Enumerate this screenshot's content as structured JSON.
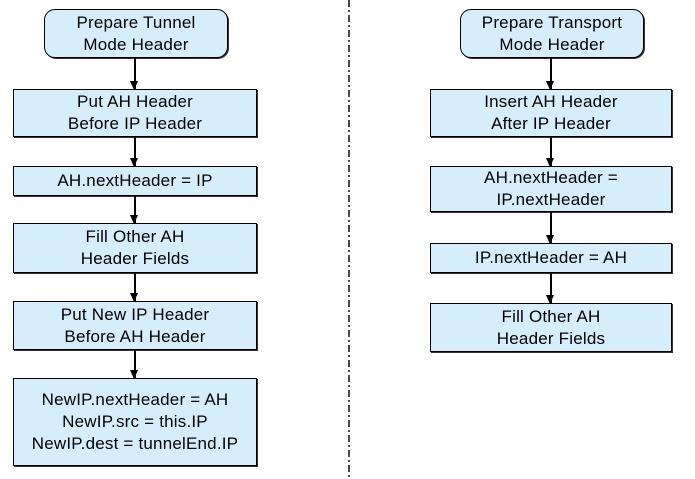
{
  "colors": {
    "box_fill": "#d6eefb",
    "box_border": "#000000",
    "arrow": "#000000",
    "divider": "#4a4a4a",
    "background": "#ffffff"
  },
  "flows": [
    {
      "name": "tunnel-mode",
      "steps": [
        {
          "shape": "rounded",
          "lines": [
            "Prepare Tunnel",
            "Mode Header"
          ]
        },
        {
          "shape": "rect",
          "lines": [
            "Put AH Header",
            "Before IP Header"
          ]
        },
        {
          "shape": "rect",
          "lines": [
            "AH.nextHeader = IP"
          ]
        },
        {
          "shape": "rect",
          "lines": [
            "Fill Other AH",
            "Header Fields"
          ]
        },
        {
          "shape": "rect",
          "lines": [
            "Put New IP Header",
            "Before AH Header"
          ]
        },
        {
          "shape": "rect",
          "lines": [
            "NewIP.nextHeader = AH",
            "NewIP.src = this.IP",
            "NewIP.dest = tunnelEnd.IP"
          ]
        }
      ]
    },
    {
      "name": "transport-mode",
      "steps": [
        {
          "shape": "rounded",
          "lines": [
            "Prepare Transport",
            "Mode Header"
          ]
        },
        {
          "shape": "rect",
          "lines": [
            "Insert AH Header",
            "After IP Header"
          ]
        },
        {
          "shape": "rect",
          "lines": [
            "AH.nextHeader =",
            "IP.nextHeader"
          ]
        },
        {
          "shape": "rect",
          "lines": [
            "IP.nextHeader = AH"
          ]
        },
        {
          "shape": "rect",
          "lines": [
            "Fill Other AH",
            "Header Fields"
          ]
        }
      ]
    }
  ]
}
